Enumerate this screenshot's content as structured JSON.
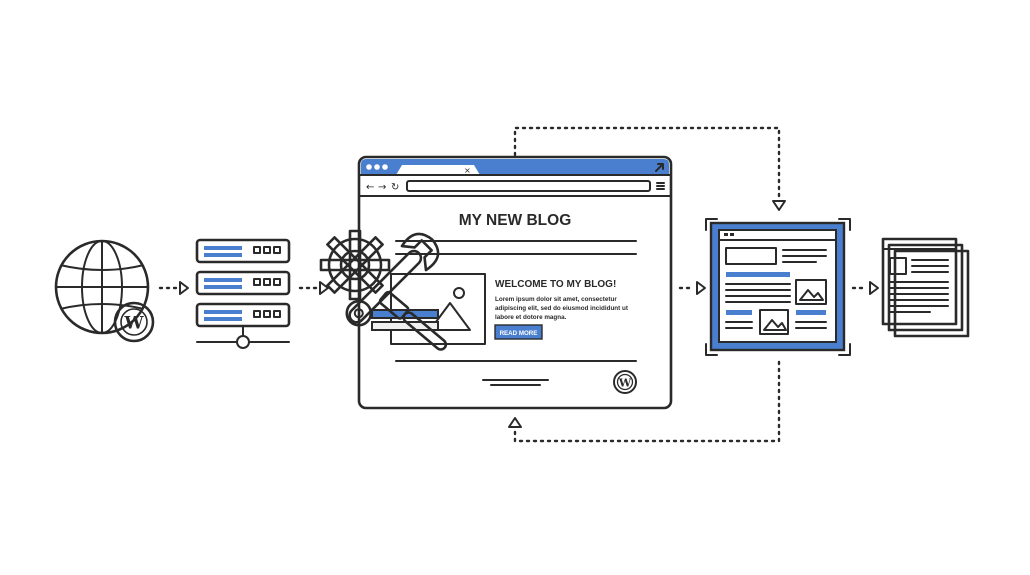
{
  "blog": {
    "title": "MY NEW BLOG",
    "welcome_heading": "WELCOME TO MY BLOG!",
    "body_line_1": "Lorem ipsum dolor sit amet, consectetur",
    "body_line_2": "adipiscing elit, sed do eiusmod incididunt ut",
    "body_line_3": "labore et dotore magna.",
    "read_more_label": "READ MORE"
  },
  "icons": {
    "globe": "globe-icon",
    "server": "server-rack-icon",
    "tools": "gear-wrench-screwdriver-icon",
    "wordpress": "wordpress-logo-icon",
    "layout": "page-layout-icon",
    "pages": "document-stack-icon"
  },
  "colors": {
    "accent": "#4a7fd0",
    "outline": "#2a2a2a",
    "panel": "#f0f0f0"
  }
}
